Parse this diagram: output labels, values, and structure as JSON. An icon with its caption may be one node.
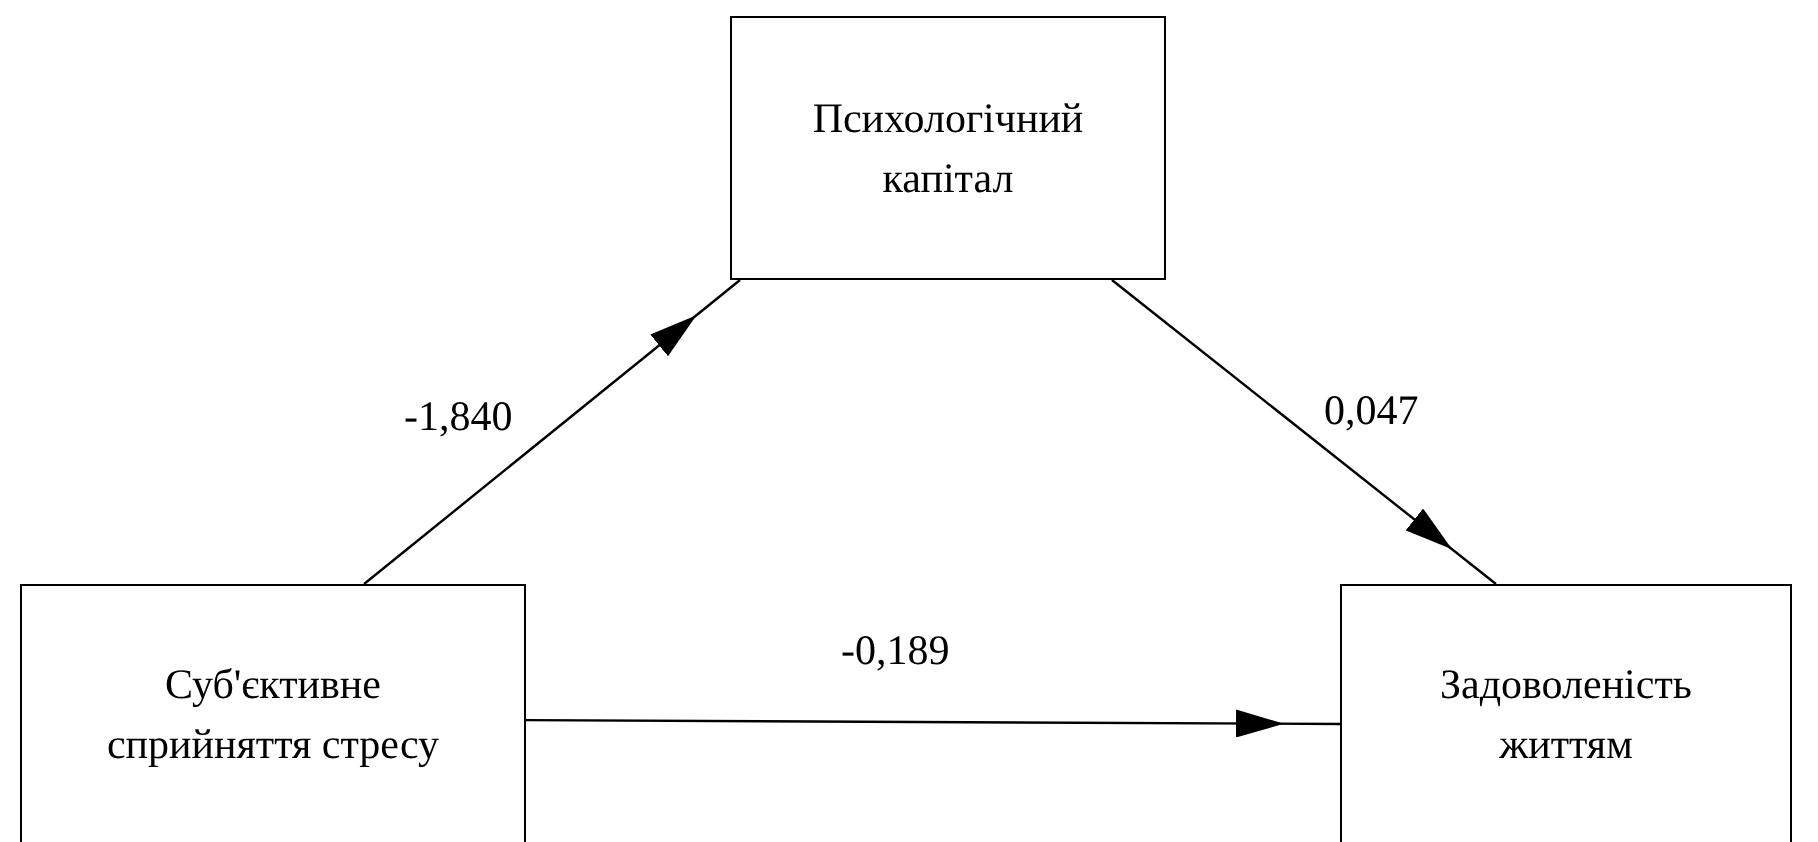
{
  "diagram": {
    "nodes": [
      {
        "text": [
          "Психологічний капітал"
        ]
      },
      {
        "text": [
          "Суб'єктивне сприйняття стресу"
        ]
      },
      {
        "text": [
          "Задоволеність життям"
        ]
      }
    ],
    "edges": [
      {
        "from": 1,
        "to": 0,
        "arrow": "to",
        "label": "-1,840"
      },
      {
        "from": 0,
        "to": 2,
        "arrow": "to",
        "label": "0,047"
      },
      {
        "from": 1,
        "to": 2,
        "arrow": "to",
        "label": "-0,189"
      }
    ]
  }
}
